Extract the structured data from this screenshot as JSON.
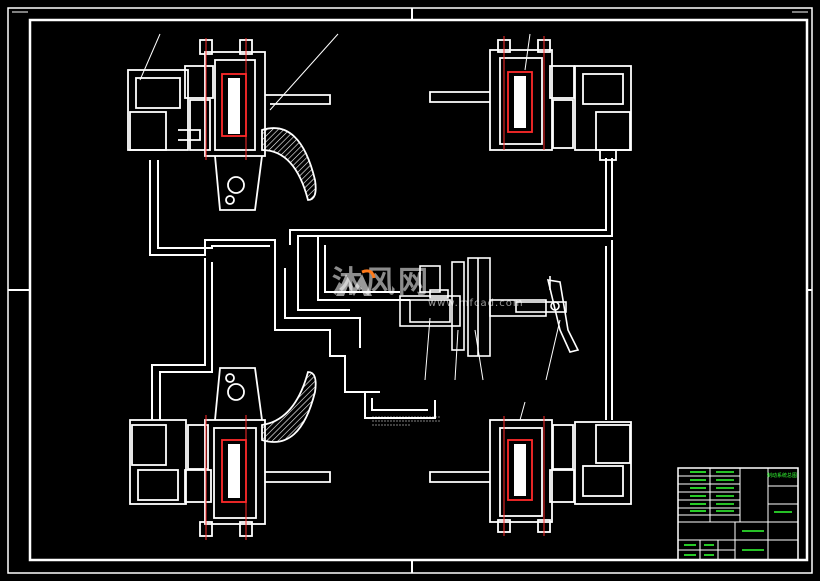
{
  "drawing": {
    "notes_caption": "",
    "colors": {
      "background": "#000000",
      "line": "#ffffff",
      "accent_red": "#ff2a2a",
      "accent_green": "#33ff33"
    }
  },
  "watermark": {
    "brand_text": "沐风网",
    "url_text": "www.mfcad.com",
    "logo_icon": "mf-logo-icon"
  },
  "title_block": {
    "drawing_title": "制动系统总图"
  }
}
